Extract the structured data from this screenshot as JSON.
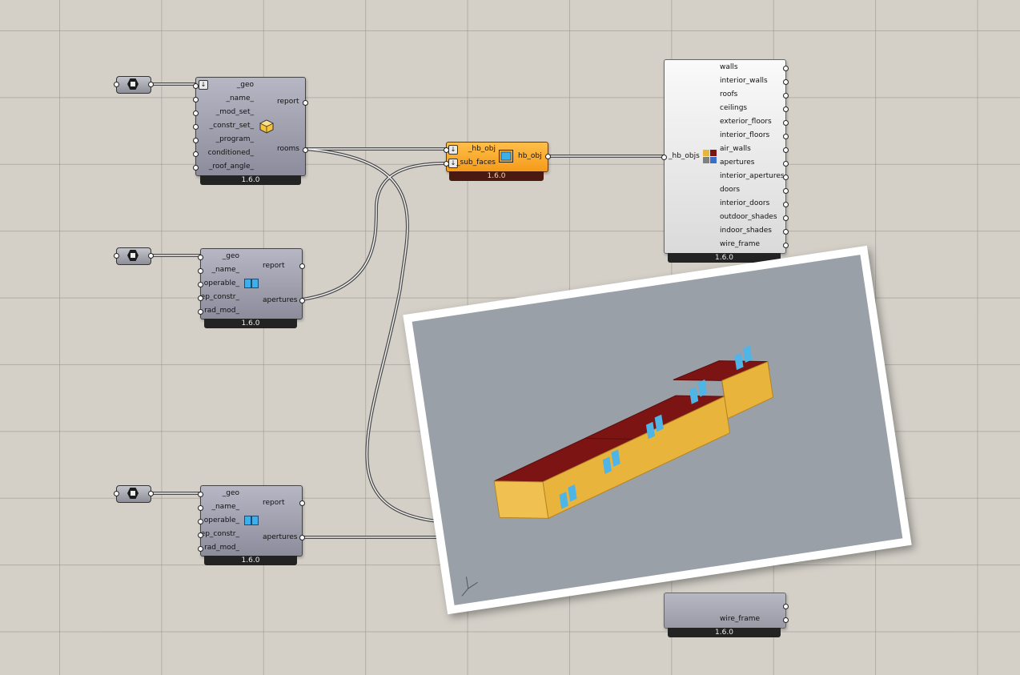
{
  "version_label": "1.6.0",
  "room_component": {
    "inputs": [
      "_geo",
      "_name_",
      "_mod_set_",
      "_constr_set_",
      "_program_",
      "conditioned_",
      "_roof_angle_"
    ],
    "outputs": [
      "report",
      "rooms"
    ]
  },
  "aperture_component_1": {
    "inputs": [
      "_geo",
      "_name_",
      "operable_",
      "ep_constr_",
      "rad_mod_"
    ],
    "outputs": [
      "report",
      "apertures"
    ]
  },
  "aperture_component_2": {
    "inputs": [
      "_geo",
      "_name_",
      "operable_",
      "ep_constr_",
      "rad_mod_"
    ],
    "outputs": [
      "report",
      "apertures"
    ]
  },
  "add_subface_component": {
    "inputs": [
      "_hb_obj",
      "_sub_faces"
    ],
    "output": "hb_obj"
  },
  "deconstruct_component": {
    "input": "_hb_objs",
    "outputs": [
      "walls",
      "interior_walls",
      "roofs",
      "ceilings",
      "exterior_floors",
      "interior_floors",
      "air_walls",
      "apertures",
      "interior_apertures",
      "doors",
      "interior_doors",
      "outdoor_shades",
      "indoor_shades",
      "wire_frame"
    ]
  },
  "hidden_component": {
    "visible_output": "wire_frame"
  },
  "colors": {
    "canvas": "#d4d0c8",
    "component_gray": "#9a9aa8",
    "component_orange": "#f7a528",
    "roof": "#7d1414",
    "wall": "#e8b43c",
    "window": "#4fb4e6",
    "viewport": "#9aa0a8"
  },
  "icons": [
    "geometry-param-icon",
    "honeybee-room-icon",
    "honeybee-aperture-icon",
    "honeybee-add-subface-icon",
    "honeybee-deconstruct-icon",
    "axis-gizmo-icon",
    "down-arrow-icon"
  ]
}
